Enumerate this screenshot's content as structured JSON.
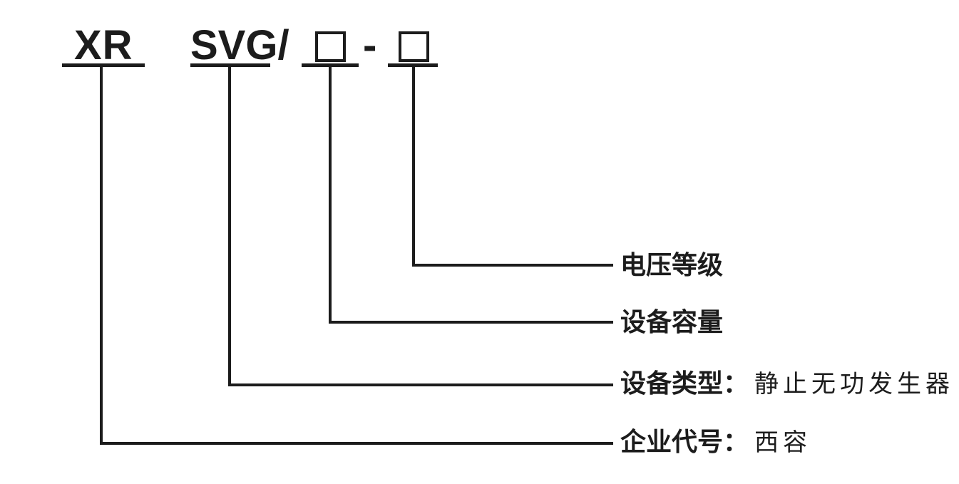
{
  "model_code": {
    "company": "XR",
    "type": "SVG/",
    "separator": "-"
  },
  "callouts": {
    "voltage": {
      "label": "电压等级"
    },
    "capacity": {
      "label": "设备容量"
    },
    "type": {
      "label": "设备类型：",
      "value": "静止无功发生器"
    },
    "company": {
      "label": "企业代号：",
      "value": "西容"
    }
  },
  "colors": {
    "ink": "#1c1c1c",
    "background": "#ffffff"
  }
}
